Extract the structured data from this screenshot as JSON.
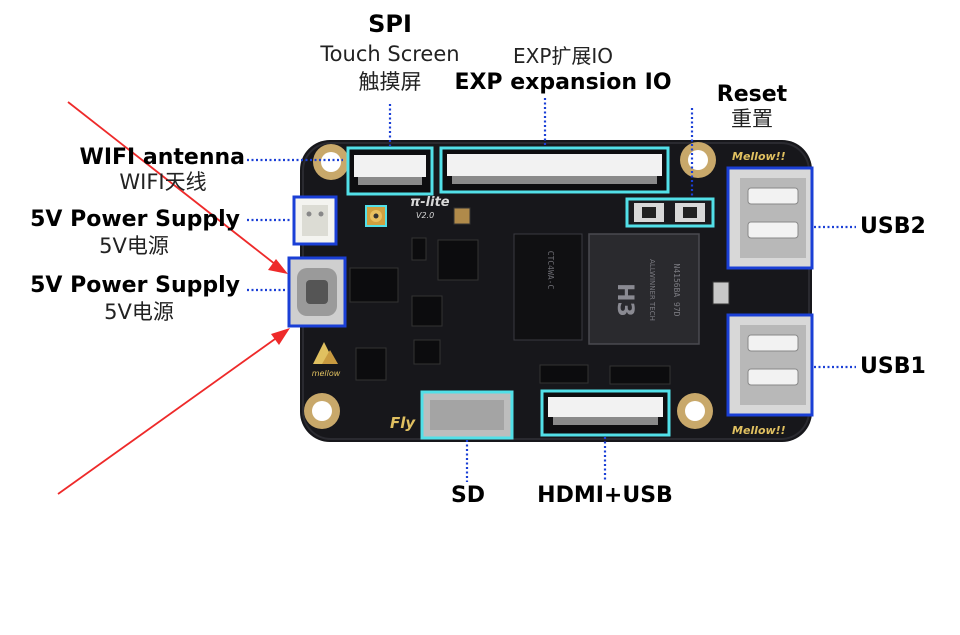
{
  "labels": {
    "spi": {
      "title": "SPI",
      "line1": "Touch Screen",
      "line2": "触摸屏"
    },
    "exp": {
      "cn": "EXP扩展IO",
      "en": "EXP expansion IO"
    },
    "reset": {
      "en": "Reset",
      "cn": "重置"
    },
    "wifi": {
      "en": "WIFI antenna",
      "cn": "WIFI天线"
    },
    "power1": {
      "en": "5V Power Supply",
      "cn": "5V电源"
    },
    "power2": {
      "en": "5V Power Supply",
      "cn": "5V电源"
    },
    "usb2": "USB2",
    "usb1": "USB1",
    "sd": "SD",
    "hdmi": "HDMI+USB"
  },
  "board_text": {
    "model": "π-lite",
    "version": "V2.0",
    "brand_top": "Mellow!!",
    "brand_bottom": "Mellow!!",
    "fly": "Fly",
    "cpu": "H3",
    "cpu_maker": "ALLWINNER TECH",
    "cpu_code": "N4156BA 97D",
    "ram_code": "CTC4WA-C",
    "logo_text": "mellow"
  },
  "colors": {
    "cyan": "#52e0e8",
    "blue": "#1a3fd6",
    "arrow": "#ee2a2a",
    "pcb": "#16161a"
  }
}
